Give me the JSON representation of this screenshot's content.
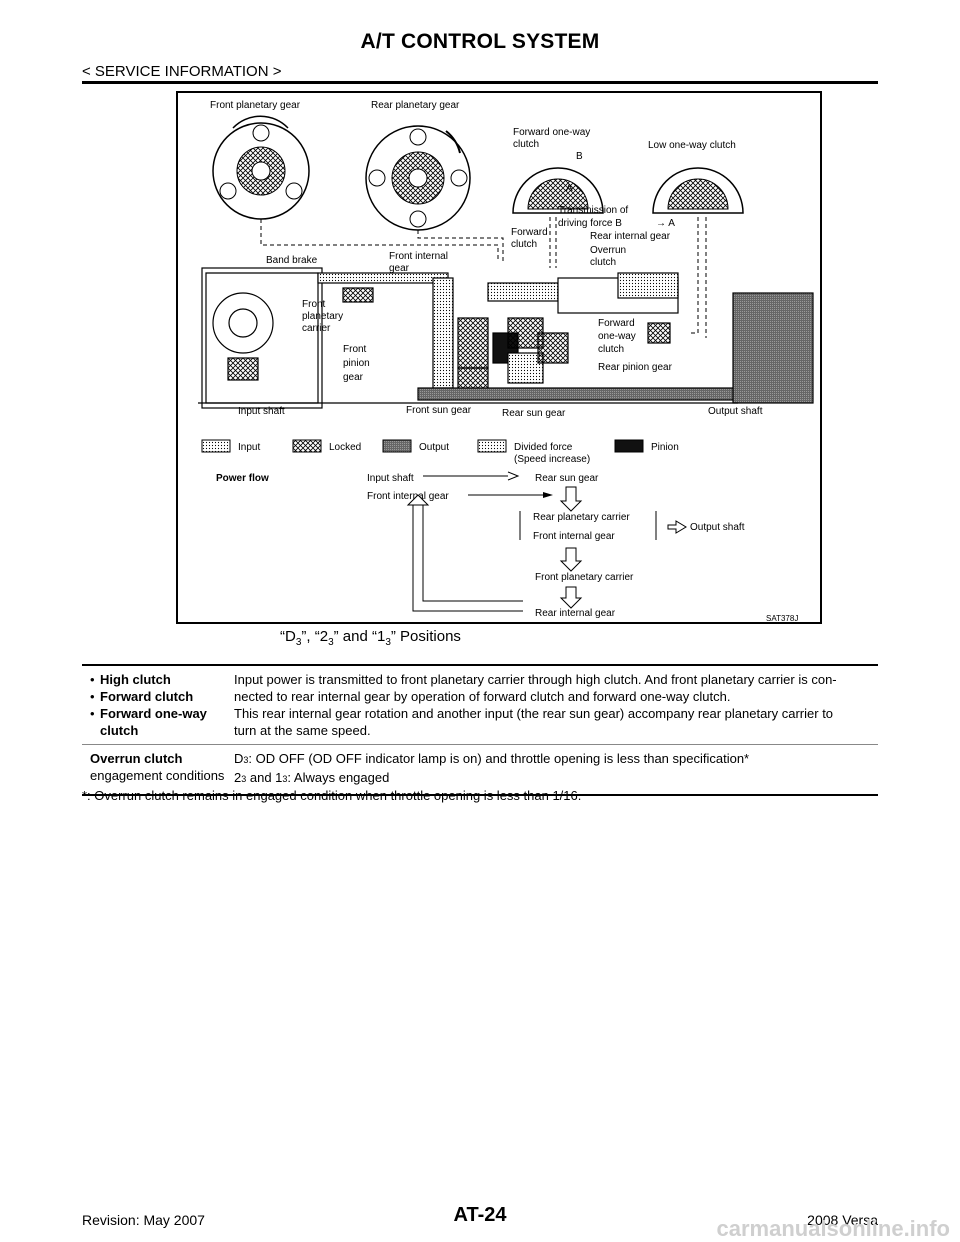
{
  "header": {
    "title": "A/T CONTROL SYSTEM",
    "section": "< SERVICE INFORMATION >"
  },
  "figure": {
    "labels": {
      "front_planetary_gear": "Front planetary gear",
      "rear_planetary_gear": "Rear planetary gear",
      "forward_one_way_clutch_1": "Forward one-way",
      "forward_one_way_clutch_2": "clutch",
      "low_one_way_clutch": "Low one-way clutch",
      "transmission_1": "Transmission of",
      "transmission_2": "driving force B",
      "transmission_arrow": "→ A",
      "band_brake": "Band brake",
      "front_internal_gear_1": "Front internal",
      "front_internal_gear_2": "gear",
      "forward_clutch_1": "Forward",
      "forward_clutch_2": "clutch",
      "rear_internal_gear": "Rear internal gear",
      "overrun_clutch_1": "Overrun",
      "overrun_clutch_2": "clutch",
      "front_planetary_carrier_1": "Front",
      "front_planetary_carrier_2": "planetary",
      "front_planetary_carrier_3": "carrier",
      "front_pinion_gear_1": "Front",
      "front_pinion_gear_2": "pinion",
      "front_pinion_gear_3": "gear",
      "fowc_1": "Forward",
      "fowc_2": "one-way",
      "fowc_3": "clutch",
      "rear_pinion_gear": "Rear pinion gear",
      "input_shaft": "Input shaft",
      "front_sun_gear": "Front sun gear",
      "rear_sun_gear": "Rear sun gear",
      "output_shaft": "Output shaft",
      "point_a": "A",
      "point_b": "B"
    },
    "legend": {
      "input": "Input",
      "locked": "Locked",
      "output": "Output",
      "divided_1": "Divided force",
      "divided_2": "(Speed increase)",
      "pinion": "Pinion"
    },
    "power_flow": {
      "title": "Power flow",
      "input_shaft": "Input shaft",
      "rear_sun_gear": "Rear sun gear",
      "front_internal_gear": "Front internal gear",
      "rear_planetary_carrier": "Rear planetary carrier",
      "front_internal_gear_2": "Front internal gear",
      "output_shaft": "Output shaft",
      "front_planetary_carrier": "Front planetary carrier",
      "rear_internal_gear": "Rear internal gear"
    },
    "code": "SAT378J"
  },
  "caption": {
    "d": "“D",
    "d_sub": "3",
    "m1": "”, “2",
    "s2": "3",
    "m2": "” and “1",
    "s3": "3",
    "end": "” Positions"
  },
  "table": {
    "row1": {
      "items": [
        "High clutch",
        "Forward clutch",
        "Forward one-way",
        "clutch"
      ],
      "text": [
        "Input power is transmitted to front planetary carrier through high clutch. And front planetary carrier is con-",
        "nected to rear internal gear by operation of forward clutch and forward one-way clutch.",
        "This rear internal gear rotation and another input (the rear sun gear) accompany rear planetary carrier to",
        "turn at the same speed."
      ]
    },
    "row2": {
      "label_bold": "Overrun clutch",
      "label_rest": "engagement conditions",
      "line1_a": "D",
      "line1_sub": "3",
      "line1_b": ": OD OFF (OD OFF indicator lamp is on) and throttle opening is less than specification*",
      "line2_a": "2",
      "line2_sub1": "3",
      "line2_b": " and 1",
      "line2_sub2": "3",
      "line2_c": ": Always engaged"
    }
  },
  "footnote": "*: Overrun clutch remains in engaged condition when throttle opening is less than 1/16.",
  "footer": {
    "revision": "Revision: May 2007",
    "page": "AT-24",
    "model": "2008 Versa",
    "watermark": "carmanualsonline.info"
  }
}
